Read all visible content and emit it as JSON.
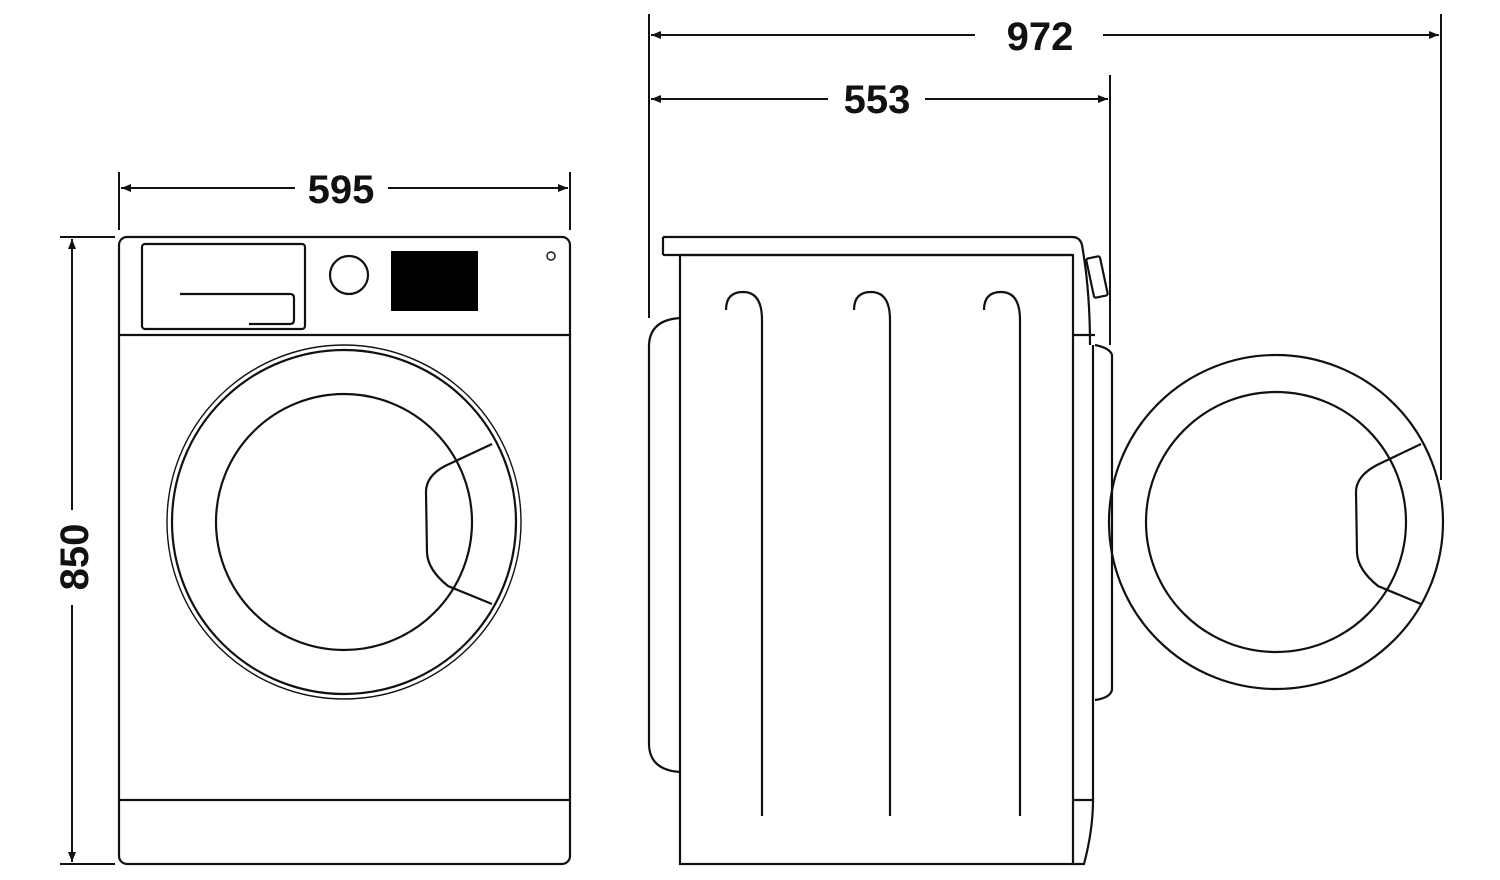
{
  "dimensions": {
    "depth_with_door_open": "972",
    "depth": "553",
    "width": "595",
    "height": "850"
  },
  "colors": {
    "line": "#111111",
    "background": "#ffffff"
  }
}
